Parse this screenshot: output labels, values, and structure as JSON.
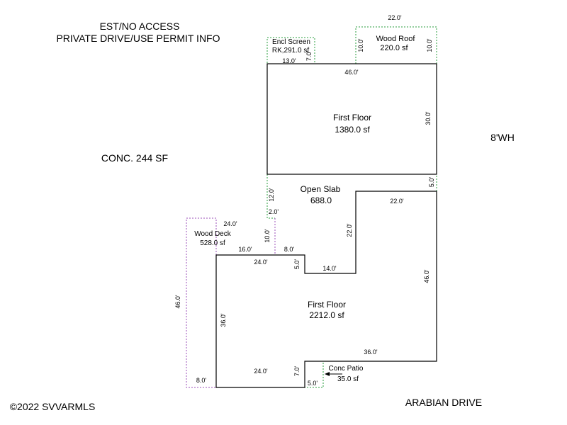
{
  "notes": {
    "access_line1": "EST/NO ACCESS",
    "access_line2": "PRIVATE DRIVE/USE PERMIT INFO",
    "conc": "CONC. 244 SF",
    "wall_height": "8'WH",
    "street": "ARABIAN DRIVE",
    "copyright": "©2022 SVVARMLS"
  },
  "areas": {
    "first_floor_upper": {
      "name": "First Floor",
      "area": "1380.0 sf"
    },
    "first_floor_lower": {
      "name": "First Floor",
      "area": "2212.0 sf"
    },
    "open_slab": {
      "name": "Open Slab",
      "area": "688.0"
    },
    "wood_roof": {
      "name": "Wood Roof",
      "area": "220.0 sf"
    },
    "encl_screen": {
      "name": "Encl Screen",
      "area": "RK,291.0 sf"
    },
    "wood_deck": {
      "name": "Wood Deck",
      "area": "528.0 sf"
    },
    "conc_patio": {
      "name": "Conc Patio",
      "area": "35.0 sf"
    }
  },
  "dimensions": {
    "wood_roof_width": "22.0'",
    "wood_roof_side_left": "10.0'",
    "wood_roof_side_right": "10.0'",
    "encl_screen_width": "13.0'",
    "encl_screen_side": "7.0'",
    "upper_top": "46.0'",
    "upper_right": "30.0'",
    "slab_right": "5.0'",
    "slab_left": "12.0'",
    "slab_left_small": "2.0'",
    "notch_top": "22.0'",
    "notch_left": "22.0'",
    "deck_top": "24.0'",
    "deck_right": "10.0'",
    "lower_top_a": "16.0'",
    "lower_top_b": "8.0'",
    "lower_inner_24": "24.0'",
    "lower_inner_5": "5.0'",
    "lower_inner_14": "14.0'",
    "lower_right": "46.0'",
    "deck_left": "46.0'",
    "lower_left": "36.0'",
    "lower_bottom_right": "36.0'",
    "lower_bottom": "24.0'",
    "patio_left": "7.0'",
    "patio_bottom": "5.0'",
    "deck_bottom": "8.0'"
  }
}
